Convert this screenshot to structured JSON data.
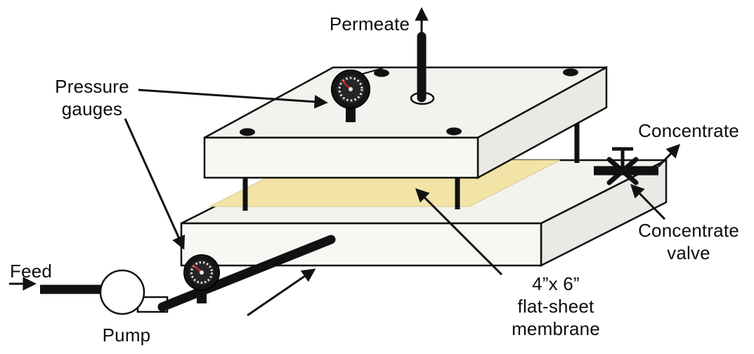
{
  "diagram": {
    "labels": {
      "permeate": "Permeate",
      "pressure_gauges": "Pressure\ngauges",
      "concentrate": "Concentrate",
      "concentrate_valve": "Concentrate\nvalve",
      "feed": "Feed",
      "pump": "Pump",
      "membrane": "4”x 6”\nflat-sheet\nmembrane"
    },
    "colors": {
      "line": "#111111",
      "plate_top": "#f2f2ee",
      "plate_front": "#f7f7f4",
      "plate_side": "#e9e9e5",
      "membrane": "#f2e3a7",
      "needle": "#c22b2b",
      "background": "#ffffff"
    }
  }
}
